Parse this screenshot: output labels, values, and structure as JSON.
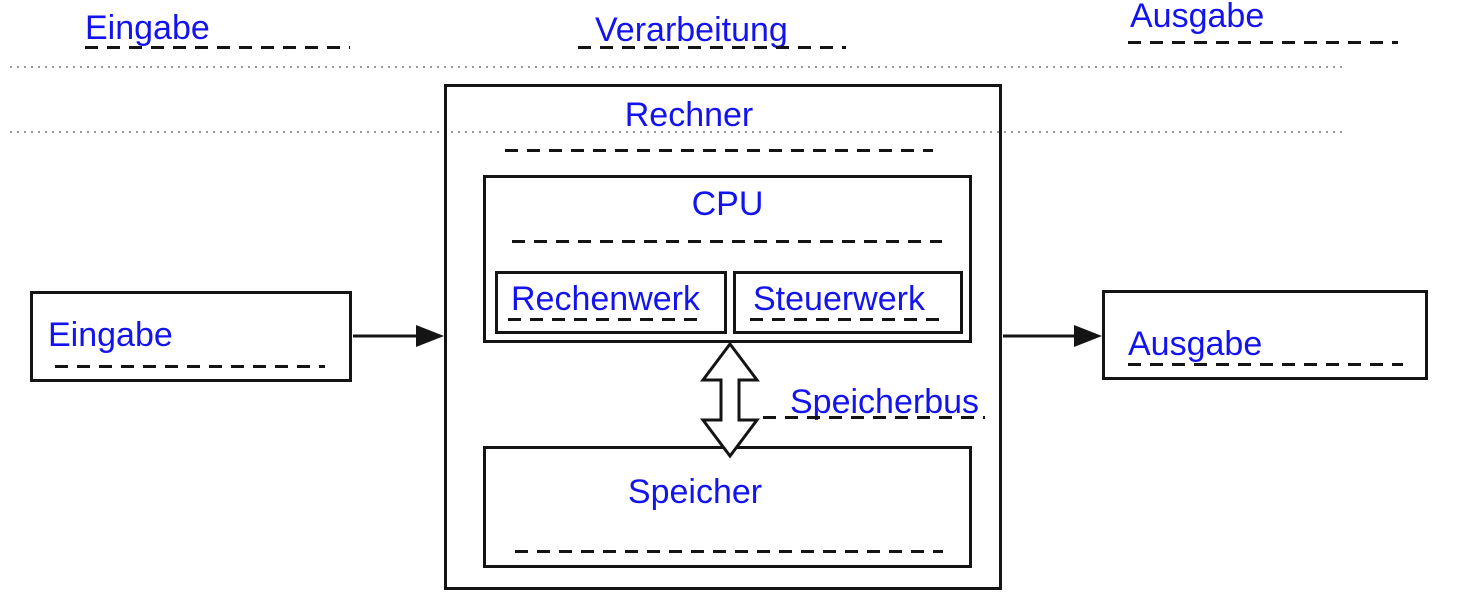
{
  "labels": {
    "top_eingabe": "Eingabe",
    "top_verarbeitung": "Verarbeitung",
    "top_ausgabe": "Ausgabe",
    "rechner": "Rechner",
    "cpu": "CPU",
    "rechenwerk": "Rechenwerk",
    "steuerwerk": "Steuerwerk",
    "speicherbus": "Speicherbus",
    "speicher": "Speicher",
    "eingabe_box": "Eingabe",
    "ausgabe_box": "Ausgabe"
  },
  "colors": {
    "label_blue": "#1313ef",
    "line_black": "#141414",
    "dotted_gray": "#9a9a9a"
  }
}
